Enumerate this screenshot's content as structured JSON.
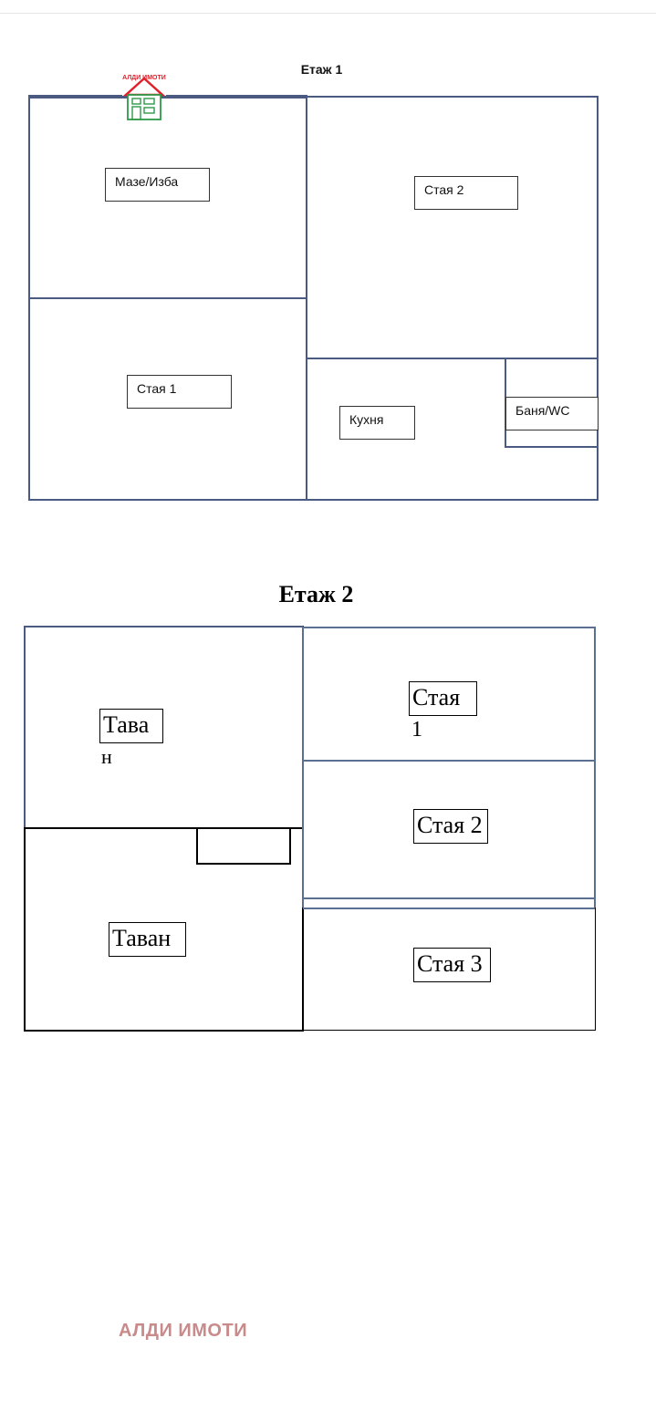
{
  "floor1": {
    "title": "Етаж 1",
    "rooms": {
      "basement": "Мазе/Изба",
      "room2": "Стая 2",
      "room1": "Стая 1",
      "kitchen": "Кухня",
      "bath": "Баня/WC"
    }
  },
  "floor2": {
    "title": "Етаж 2",
    "rooms": {
      "attic_top_a": "Тава",
      "attic_top_b": "н",
      "room1_a": "Стая",
      "room1_b": "1",
      "room2": "Стая 2",
      "attic_bottom": "Таван",
      "room3": "Стая 3"
    }
  },
  "logo_text": "АЛДИ ИМОТИ",
  "watermark": "АЛДИ ИМОТИ",
  "colors": {
    "wall_floor1": "#4a5a80",
    "wall_floor2": "#000000",
    "logo_red": "#e0202a",
    "logo_green": "#2e9a48",
    "watermark": "#c88a8a"
  }
}
